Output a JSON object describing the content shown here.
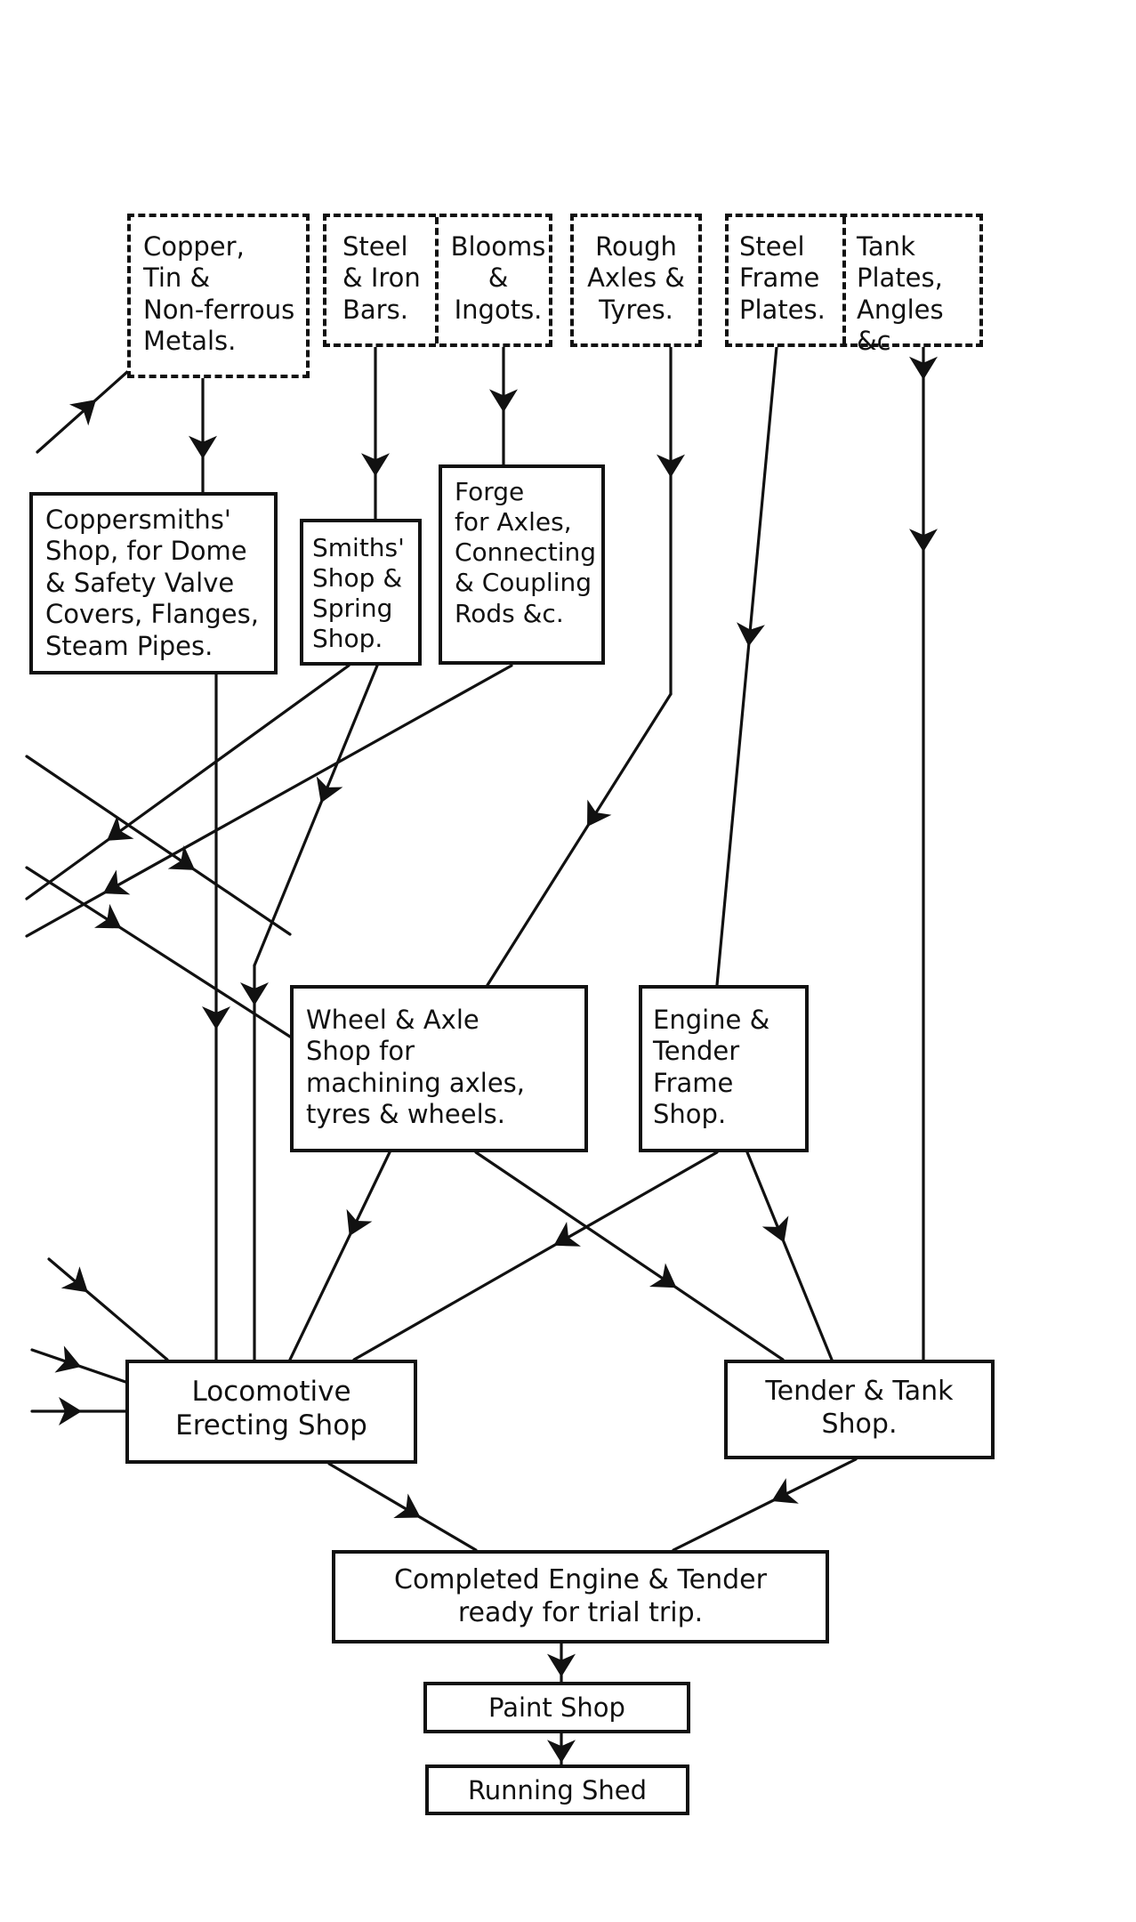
{
  "colors": {
    "ink": "#111111",
    "paper": "#ffffff"
  },
  "raw_materials": {
    "copper": "Copper,\nTin &\nNon-ferrous\nMetals.",
    "steel_iron_bars": "Steel\n& Iron\nBars.",
    "blooms_ingots": "Blooms\n&\nIngots.",
    "rough_axles_tyres": "Rough\nAxles &\nTyres.",
    "steel_frame_plates": "Steel\nFrame\nPlates.",
    "tank_plates": "Tank\nPlates,\nAngles &c"
  },
  "shops": {
    "coppersmiths": "Coppersmiths'\nShop, for Dome\n& Safety Valve\nCovers, Flanges,\nSteam Pipes.",
    "smiths": "Smiths'\nShop &\nSpring\nShop.",
    "forge": "Forge\nfor Axles,\nConnecting\n& Coupling\nRods &c.",
    "wheel_axle": "Wheel & Axle\nShop for\nmachining axles,\ntyres & wheels.",
    "frame": "Engine &\nTender\nFrame\nShop.",
    "erecting": "Locomotive\nErecting Shop",
    "tender_tank": "Tender & Tank\nShop.",
    "completed": "Completed Engine & Tender\nready for trial trip.",
    "paint": "Paint Shop",
    "running": "Running Shed"
  }
}
